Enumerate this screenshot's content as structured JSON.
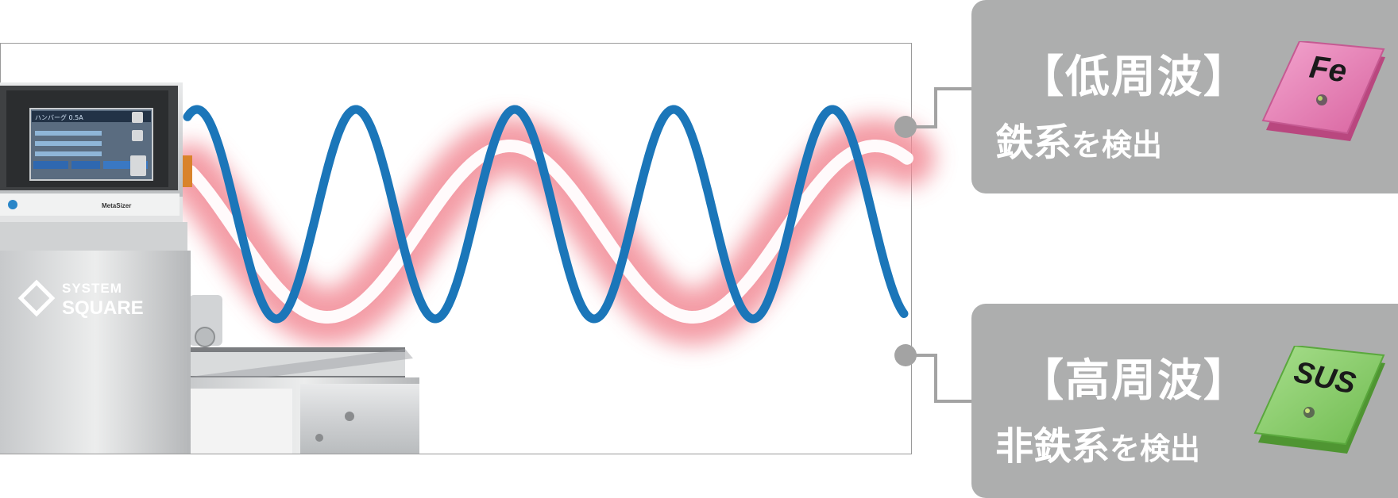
{
  "colors": {
    "coil_blue": "#1b76b9",
    "field_red": "#f28b96",
    "panel_gray": "#adaeae",
    "connector_gray": "#a3a3a3",
    "fe_chip": "#e681b5",
    "sus_chip": "#8ccf6c"
  },
  "machine": {
    "brand_line1": "SYSTEM",
    "brand_line2": "SQUARE",
    "model_label": "MetaSizer",
    "screen_title": "ハンバーグ 0.5A"
  },
  "panels": {
    "low": {
      "title": "【低周波】",
      "desc_main": "鉄系",
      "desc_small": "を検出",
      "chip_label": "Fe"
    },
    "high": {
      "title": "【高周波】",
      "desc_main": "非鉄系",
      "desc_small": "を検出",
      "chip_label": "SUS"
    }
  }
}
